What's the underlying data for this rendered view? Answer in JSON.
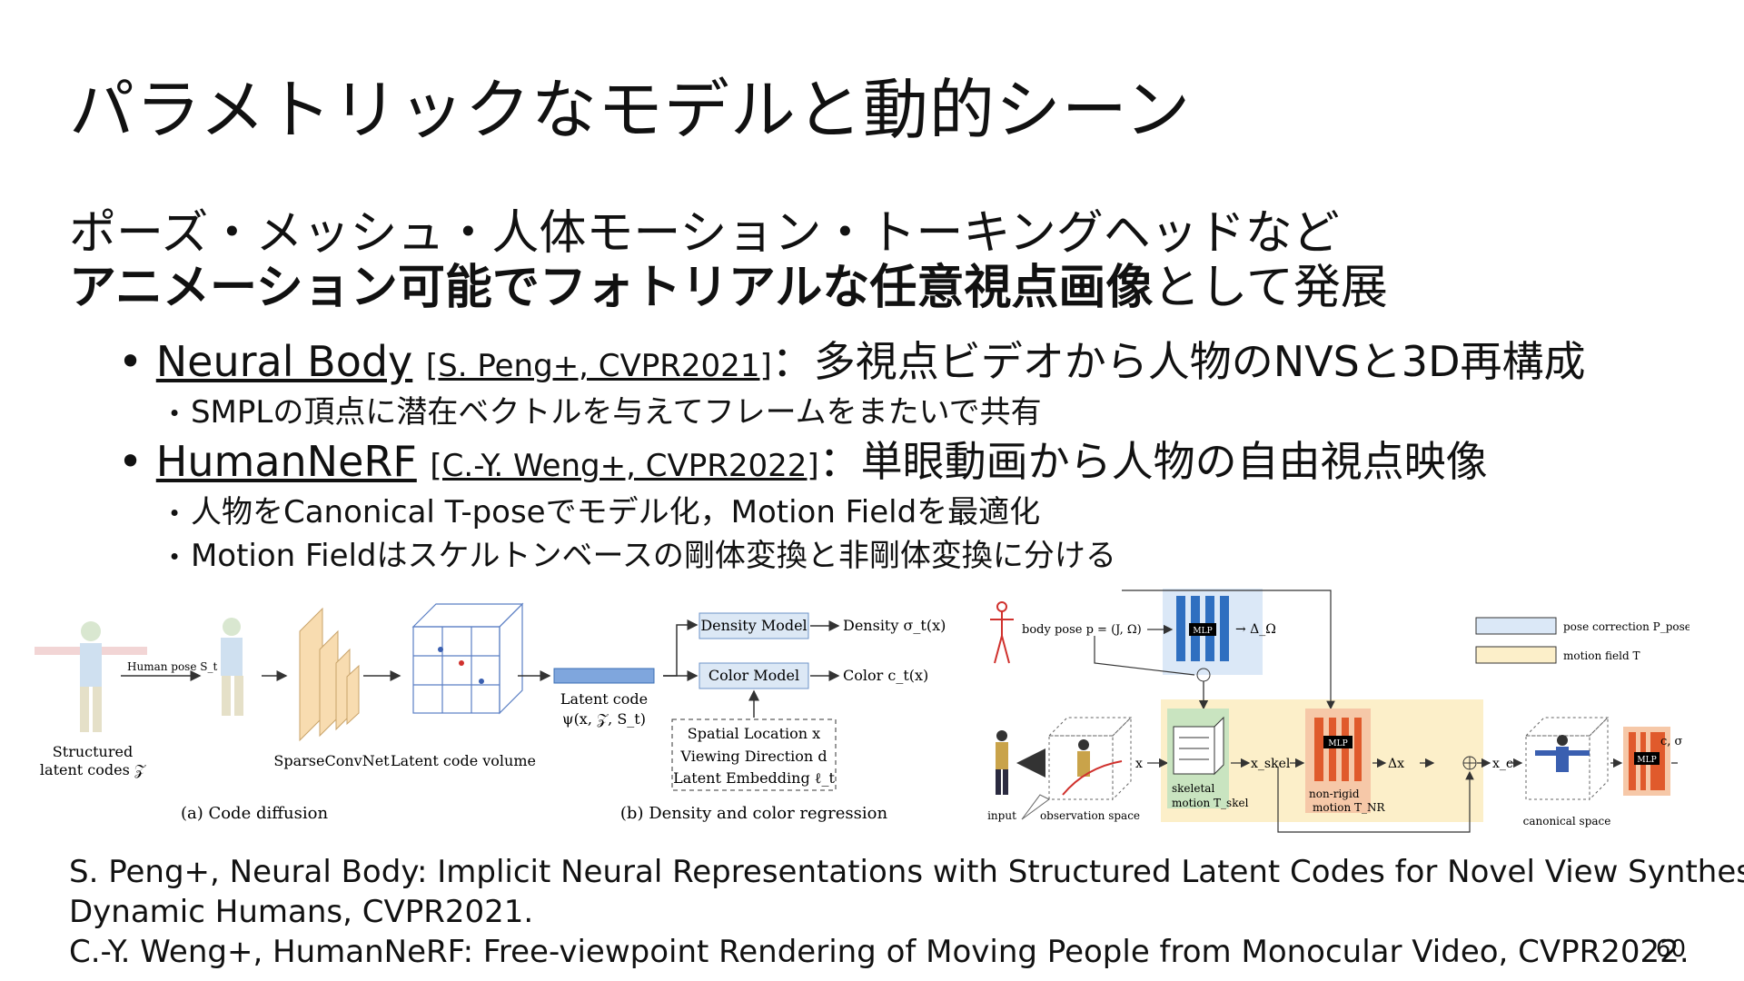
{
  "slide": {
    "title": "パラメトリックなモデルと動的シーン",
    "intro_line1": "ポーズ・メッシュ・人体モーション・トーキングヘッドなど",
    "intro_line2_bold": "アニメーション可能でフォトリアルな任意視点画像",
    "intro_line2_rest": "として発展",
    "bullets": [
      {
        "link": "Neural Body",
        "cite": "[S. Peng+, CVPR2021]",
        "text": "：多視点ビデオから人物のNVSと3D再構成",
        "sub": [
          "SMPLの頂点に潜在ベクトルを与えてフレームをまたいで共有"
        ]
      },
      {
        "link": "HumanNeRF",
        "cite": "[C.-Y. Weng+, CVPR2022]",
        "text": "：単眼動画から人物の自由視点映像",
        "sub": [
          "人物をCanonical T-poseでモデル化，Motion Fieldを最適化",
          "Motion Fieldはスケルトンベースの剛体変換と非剛体変換に分ける"
        ]
      }
    ],
    "references": [
      "S. Peng+, Neural Body: Implicit Neural Representations with Structured Latent Codes for Novel View Synthesis of",
      "Dynamic Humans, CVPR2021.",
      "C.-Y. Weng+, HumanNeRF: Free-viewpoint Rendering of Moving People from Monocular Video, CVPR2022."
    ],
    "page_number": "60"
  },
  "fig_neuralbody": {
    "structured_label_1": "Structured",
    "structured_label_2": "latent codes 𝒵",
    "human_pose": "Human pose S_t",
    "sparseconv": "SparseConvNet",
    "latent_volume": "Latent code volume",
    "latent_code_1": "Latent code",
    "latent_code_2": "ψ(x, 𝒵, S_t)",
    "density_model": "Density Model",
    "density_out": "Density σ_t(x)",
    "color_model": "Color Model",
    "color_out": "Color c_t(x)",
    "spatial": "Spatial Location x",
    "viewing": "Viewing Direction d",
    "latent_embed": "Latent Embedding ℓ_t",
    "caption_a": "(a) Code diffusion",
    "caption_b": "(b) Density and color regression"
  },
  "fig_humannerf": {
    "body_pose": "body pose  p = (J, Ω)",
    "mlp": "MLP",
    "delta_omega": "→ Δ_Ω",
    "legend_pose": "pose correction P_pose",
    "legend_motion": "motion field T",
    "input": "input",
    "obs_space": "observation space",
    "x": "x",
    "x_skel": "x_skel",
    "delta_x": "Δx",
    "x_c": "x_c",
    "c_sigma": "c, σ",
    "skeletal_1": "skeletal",
    "skeletal_2": "motion  T_skel",
    "nonrigid_1": "non-rigid",
    "nonrigid_2": "motion  T_NR",
    "canonical": "canonical space"
  },
  "colors": {
    "pose_box": "#dbe8f7",
    "motion_box": "#fcefc9",
    "mlp_blue": "#2f6fc0",
    "mlp_red": "#e05a2c",
    "skeletal_green": "#c9e4c0",
    "nonrigid_orange": "#f6c8a8",
    "model_box": "#dce8f5"
  }
}
